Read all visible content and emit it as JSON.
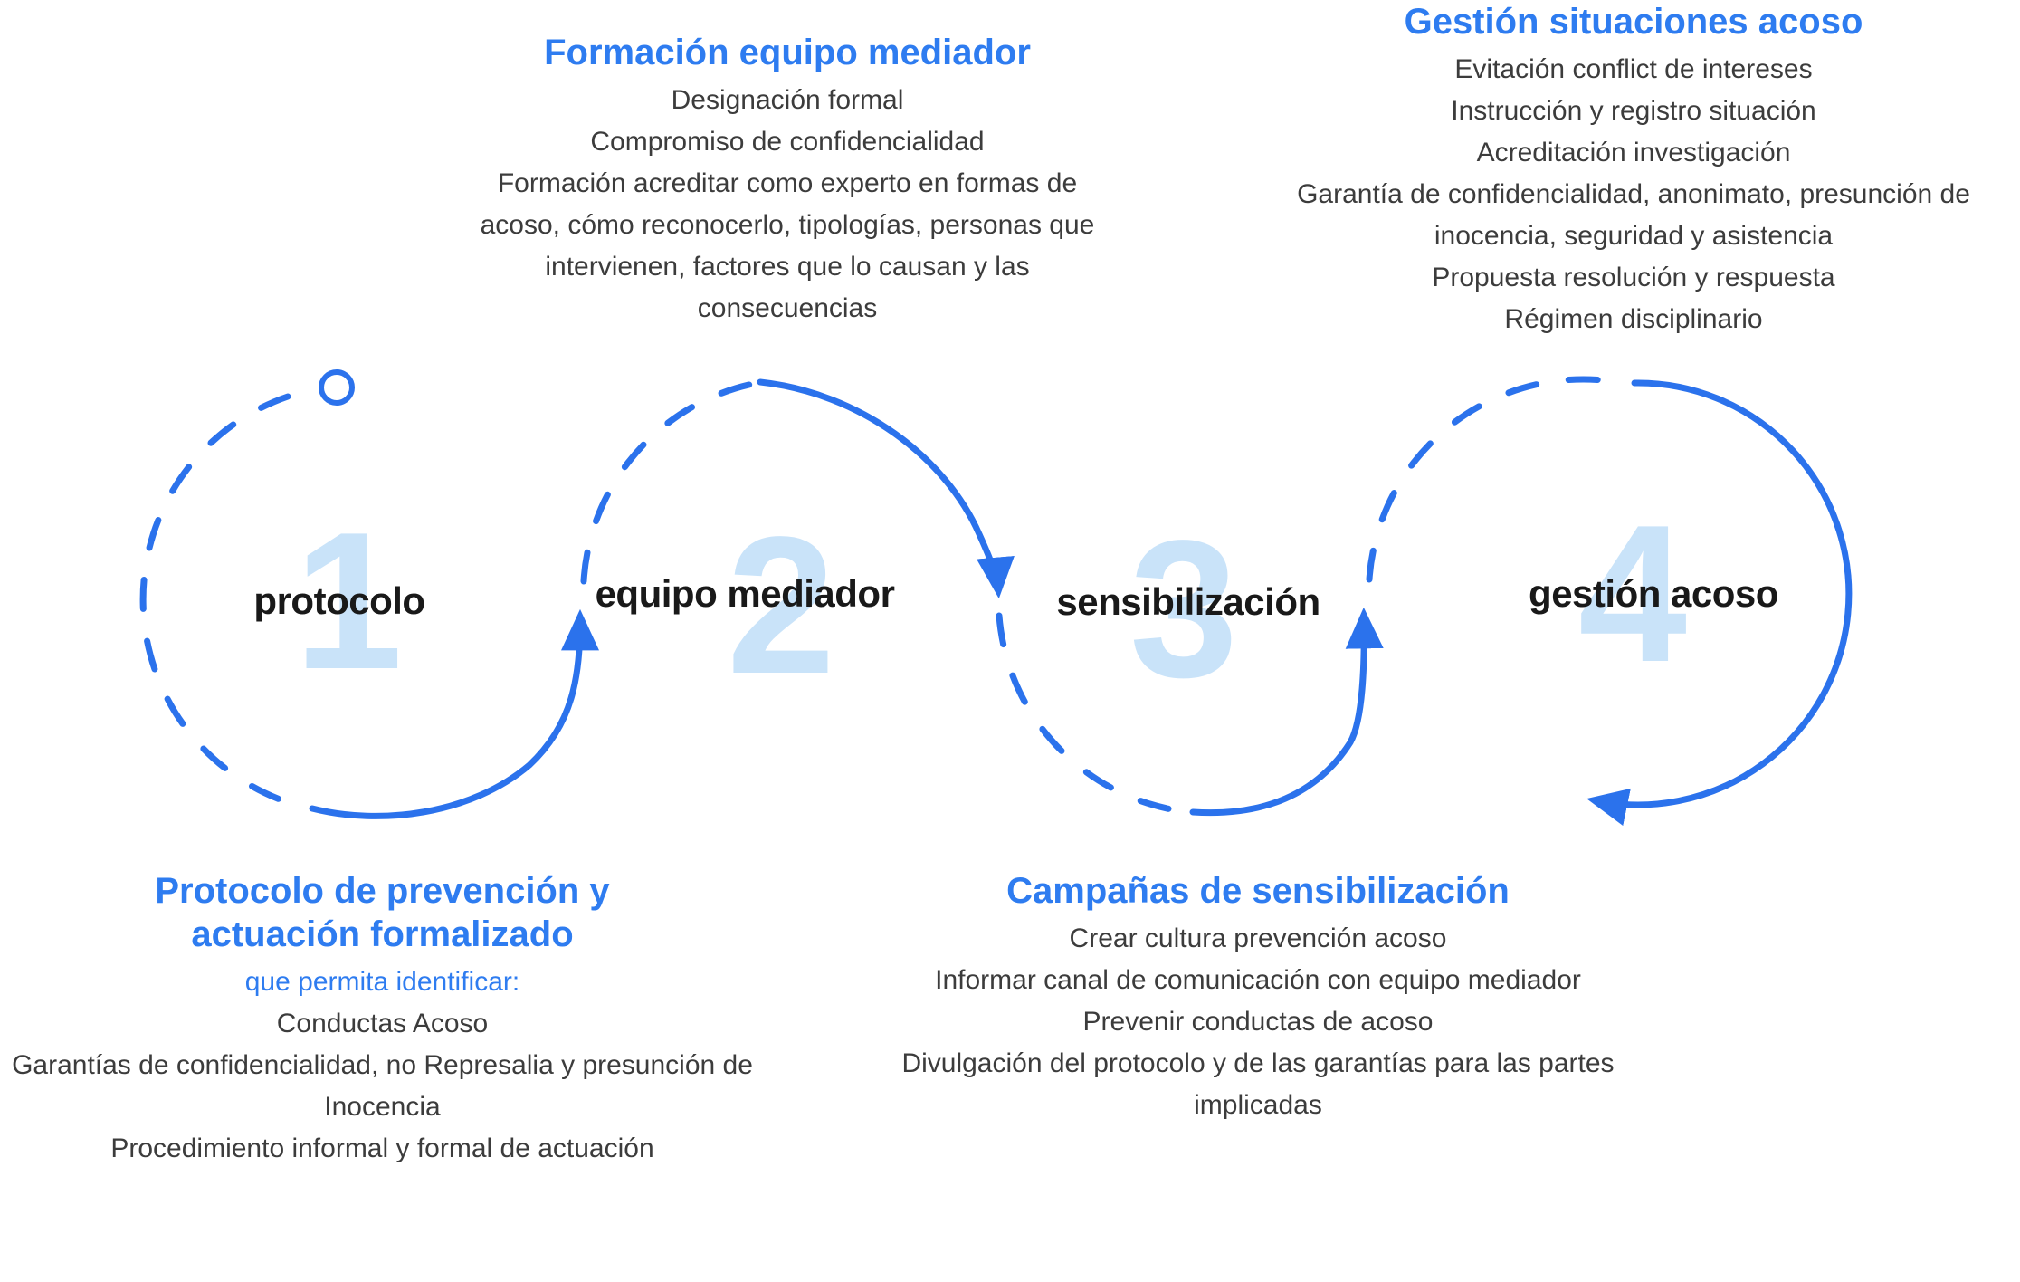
{
  "colors": {
    "accent_blue": "#2E7CF0",
    "line_blue": "#2B72EC",
    "number_blue": "#C9E3F9",
    "body_text": "#3C3C3C",
    "label_text": "#191919"
  },
  "steps": [
    {
      "number": "1",
      "label": "protocolo"
    },
    {
      "number": "2",
      "label": "equipo mediador"
    },
    {
      "number": "3",
      "label": "sensibilización"
    },
    {
      "number": "4",
      "label": "gestión acoso"
    }
  ],
  "blocks": {
    "formacion_equipo_mediador": {
      "title": "Formación equipo mediador",
      "lines": [
        "Designación formal",
        "Compromiso de confidencialidad",
        "Formación acreditar como experto en formas de acoso, cómo reconocerlo, tipologías, personas que intervienen, factores que lo causan y las consecuencias"
      ]
    },
    "gestion_situaciones_acoso": {
      "title": "Gestión situaciones acoso",
      "lines": [
        "Evitación conflict de intereses",
        "Instrucción y registro situación",
        "Acreditación investigación",
        "Garantía de confidencialidad, anonimato, presunción de inocencia, seguridad y asistencia",
        "Propuesta resolución y respuesta",
        "Régimen disciplinario"
      ]
    },
    "protocolo_prevencion": {
      "title": "Protocolo de prevención y actuación formalizado",
      "subtitle": "que permita identificar:",
      "lines": [
        "Conductas Acoso",
        "Garantías de confidencialidad, no Represalia y presunción de Inocencia",
        "Procedimiento informal y formal de actuación"
      ]
    },
    "campanas_sensibilizacion": {
      "title": "Campañas de sensibilización",
      "lines": [
        "Crear cultura prevención acoso",
        "Informar canal de comunicación con equipo mediador",
        "Prevenir conductas de acoso",
        "Divulgación del protocolo y de las garantías para las partes implicadas"
      ]
    }
  }
}
